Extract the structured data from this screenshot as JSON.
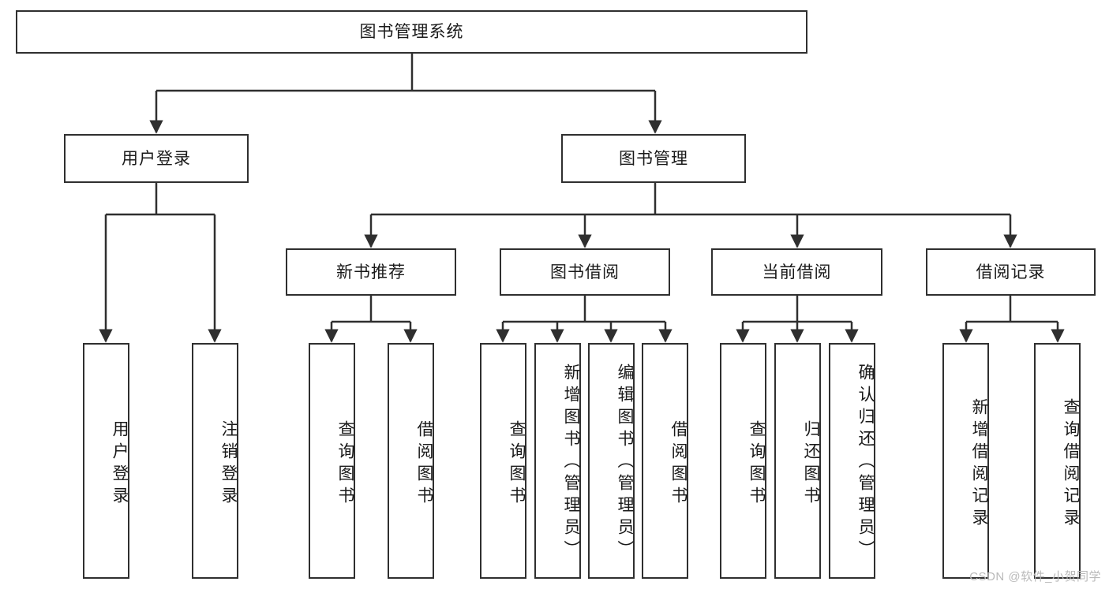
{
  "diagram": {
    "title_node": {
      "label": "图书管理系统"
    },
    "level2": [
      {
        "label": "用户登录"
      },
      {
        "label": "图书管理"
      }
    ],
    "level3": [
      {
        "label": "新书推荐"
      },
      {
        "label": "图书借阅"
      },
      {
        "label": "当前借阅"
      },
      {
        "label": "借阅记录"
      }
    ],
    "leaves": {
      "user_login": [
        {
          "label": "用户登录"
        },
        {
          "label": "注销登录"
        }
      ],
      "new_book_recommend": [
        {
          "label": "查询图书"
        },
        {
          "label": "借阅图书"
        }
      ],
      "book_borrow": [
        {
          "label": "查询图书"
        },
        {
          "label": "新增图书（管理员）"
        },
        {
          "label": "编辑图书（管理员）"
        },
        {
          "label": "借阅图书"
        }
      ],
      "current_borrow": [
        {
          "label": "查询图书"
        },
        {
          "label": "归还图书"
        },
        {
          "label": "确认归还（管理员）"
        }
      ],
      "borrow_record": [
        {
          "label": "新增借阅记录"
        },
        {
          "label": "查询借阅记录"
        }
      ]
    }
  },
  "watermark": {
    "text": "CSDN @软件_小贺同学"
  },
  "colors": {
    "stroke": "#2f2f2f",
    "fill": "#ffffff",
    "text": "#1a1a1a",
    "watermark": "#b9b9b9"
  }
}
